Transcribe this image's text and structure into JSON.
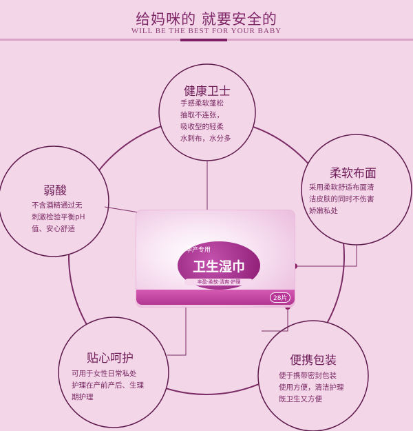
{
  "header": {
    "title": "给妈咪的 就要安全的",
    "subtitle": "WILL BE THE BEST FOR YOUR BABY"
  },
  "colors": {
    "background": "#f3d6e8",
    "accent": "#6e1c58",
    "line": "#7a2a64"
  },
  "features": [
    {
      "title": "健康卫士",
      "body": "手感柔软蓬松\n抽取不连张，\n吸收型的轻柔\n水刺布，水分多"
    },
    {
      "title": "弱酸",
      "body": "不含酒精通过无\n刺激检验平衡pH\n值、安心舒适"
    },
    {
      "title": "柔软布面",
      "body": "采用柔软舒适布面清\n洁皮肤的同时不伤害\n娇嫩私处"
    },
    {
      "title": "贴心呵护",
      "body": "可用于女性日常私处\n护理在产前产后、生理\n期护理"
    },
    {
      "title": "便携包装",
      "body": "便于携带密封包装\n使用方便，清洁护理\n既卫生又方便"
    }
  ],
  "product": {
    "tag": "孕产专用",
    "name": "卫生湿巾",
    "sub": "丰盈·柔软·清爽·护理",
    "count": "28片"
  }
}
